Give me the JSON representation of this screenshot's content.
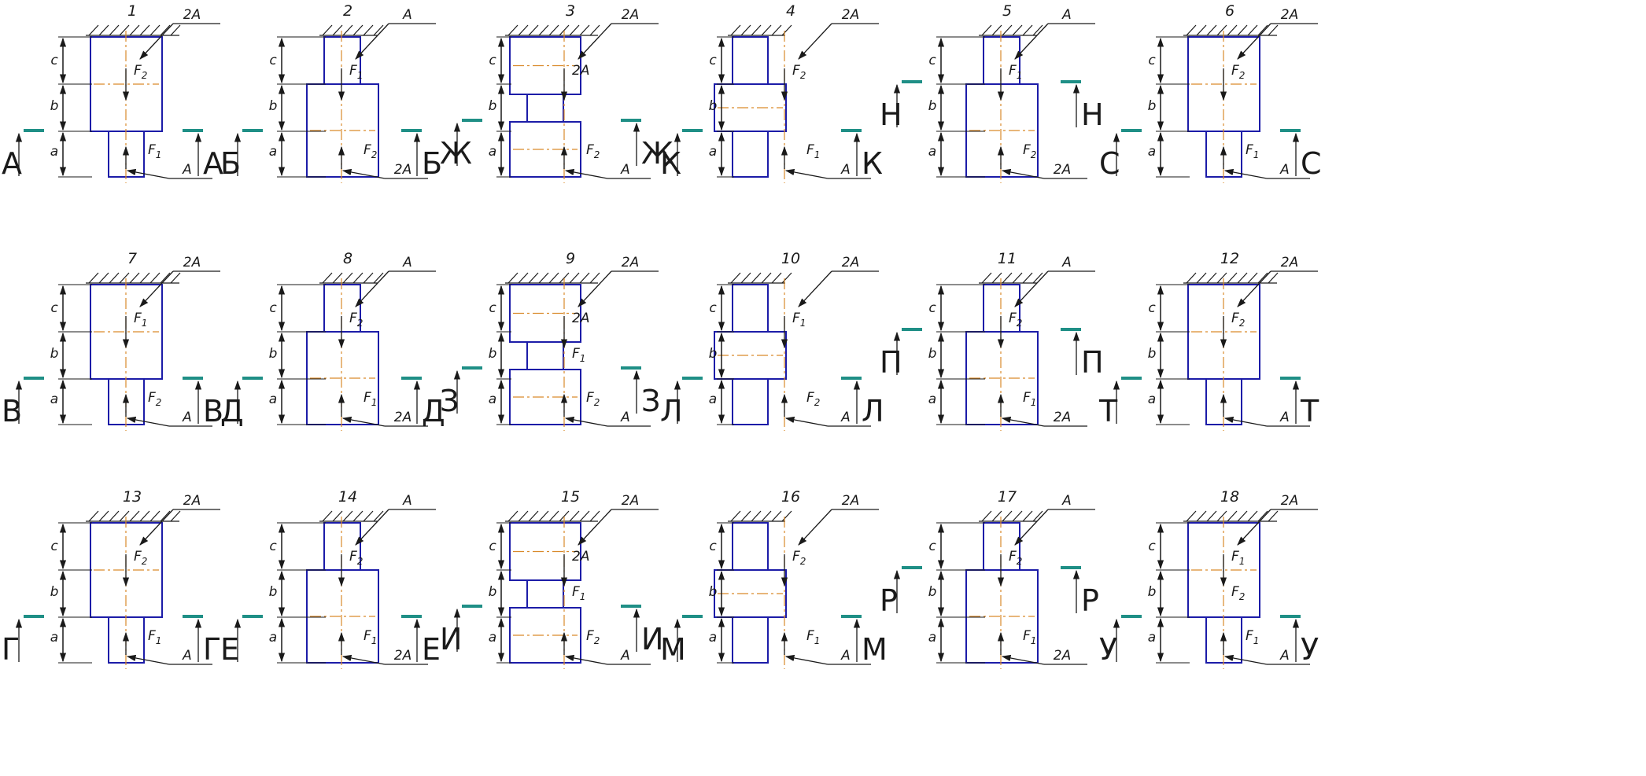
{
  "schemes": [
    {
      "number": "1",
      "section": "А",
      "bar_type": "top_wide",
      "labels": [
        "2A",
        "A",
        "F2",
        "F1"
      ]
    },
    {
      "number": "2",
      "section": "Б",
      "bar_type": "bot_wide",
      "labels": [
        "A",
        "2A",
        "F1",
        "F2"
      ]
    },
    {
      "number": "3",
      "section": "Ж",
      "bar_type": "dumbbell",
      "labels": [
        "2A",
        "A",
        "2A",
        "F2"
      ]
    },
    {
      "number": "4",
      "section": "К",
      "bar_type": "mid_wide",
      "labels": [
        "2A",
        "A",
        "F2",
        "F1"
      ]
    },
    {
      "number": "5",
      "section": "Н",
      "bar_type": "bot_wide",
      "labels": [
        "A",
        "2A",
        "F1",
        "F2"
      ]
    },
    {
      "number": "6",
      "section": "С",
      "bar_type": "top_wide",
      "labels": [
        "2A",
        "A",
        "F2",
        "F1"
      ]
    },
    {
      "number": "7",
      "section": "В",
      "bar_type": "top_wide",
      "labels": [
        "2A",
        "A",
        "F1",
        "F2"
      ]
    },
    {
      "number": "8",
      "section": "Д",
      "bar_type": "bot_wide",
      "labels": [
        "A",
        "2A",
        "F2",
        "F1"
      ]
    },
    {
      "number": "9",
      "section": "З",
      "bar_type": "dumbbell",
      "labels": [
        "2A",
        "A",
        "2A",
        "F2",
        "F1"
      ]
    },
    {
      "number": "10",
      "section": "Л",
      "bar_type": "mid_wide",
      "labels": [
        "2A",
        "A",
        "F1",
        "F2"
      ]
    },
    {
      "number": "11",
      "section": "П",
      "bar_type": "bot_wide",
      "labels": [
        "A",
        "2A",
        "F2",
        "F1"
      ]
    },
    {
      "number": "12",
      "section": "Т",
      "bar_type": "top_wide",
      "labels": [
        "2A",
        "A",
        "F2"
      ]
    },
    {
      "number": "13",
      "section": "Г",
      "bar_type": "top_wide",
      "labels": [
        "2A",
        "A",
        "F2",
        "F1"
      ]
    },
    {
      "number": "14",
      "section": "Е",
      "bar_type": "bot_wide",
      "labels": [
        "A",
        "2A",
        "F2",
        "F1"
      ]
    },
    {
      "number": "15",
      "section": "И",
      "bar_type": "dumbbell",
      "labels": [
        "2A",
        "A",
        "2A",
        "F2",
        "F1"
      ]
    },
    {
      "number": "16",
      "section": "М",
      "bar_type": "mid_wide",
      "labels": [
        "2A",
        "A",
        "F2",
        "F1"
      ]
    },
    {
      "number": "17",
      "section": "Р",
      "bar_type": "bot_wide",
      "labels": [
        "A",
        "2A",
        "F2",
        "F1"
      ]
    },
    {
      "number": "18",
      "section": "У",
      "bar_type": "top_wide",
      "labels": [
        "2A",
        "A",
        "F1",
        "F1",
        "F2"
      ]
    }
  ],
  "dimension_labels": [
    "a",
    "b",
    "c"
  ],
  "colors": {
    "outline": "#1c1ca8",
    "centerline": "#d98a2b",
    "section_line": "#1f8f86",
    "ink": "#1a1a1a"
  }
}
